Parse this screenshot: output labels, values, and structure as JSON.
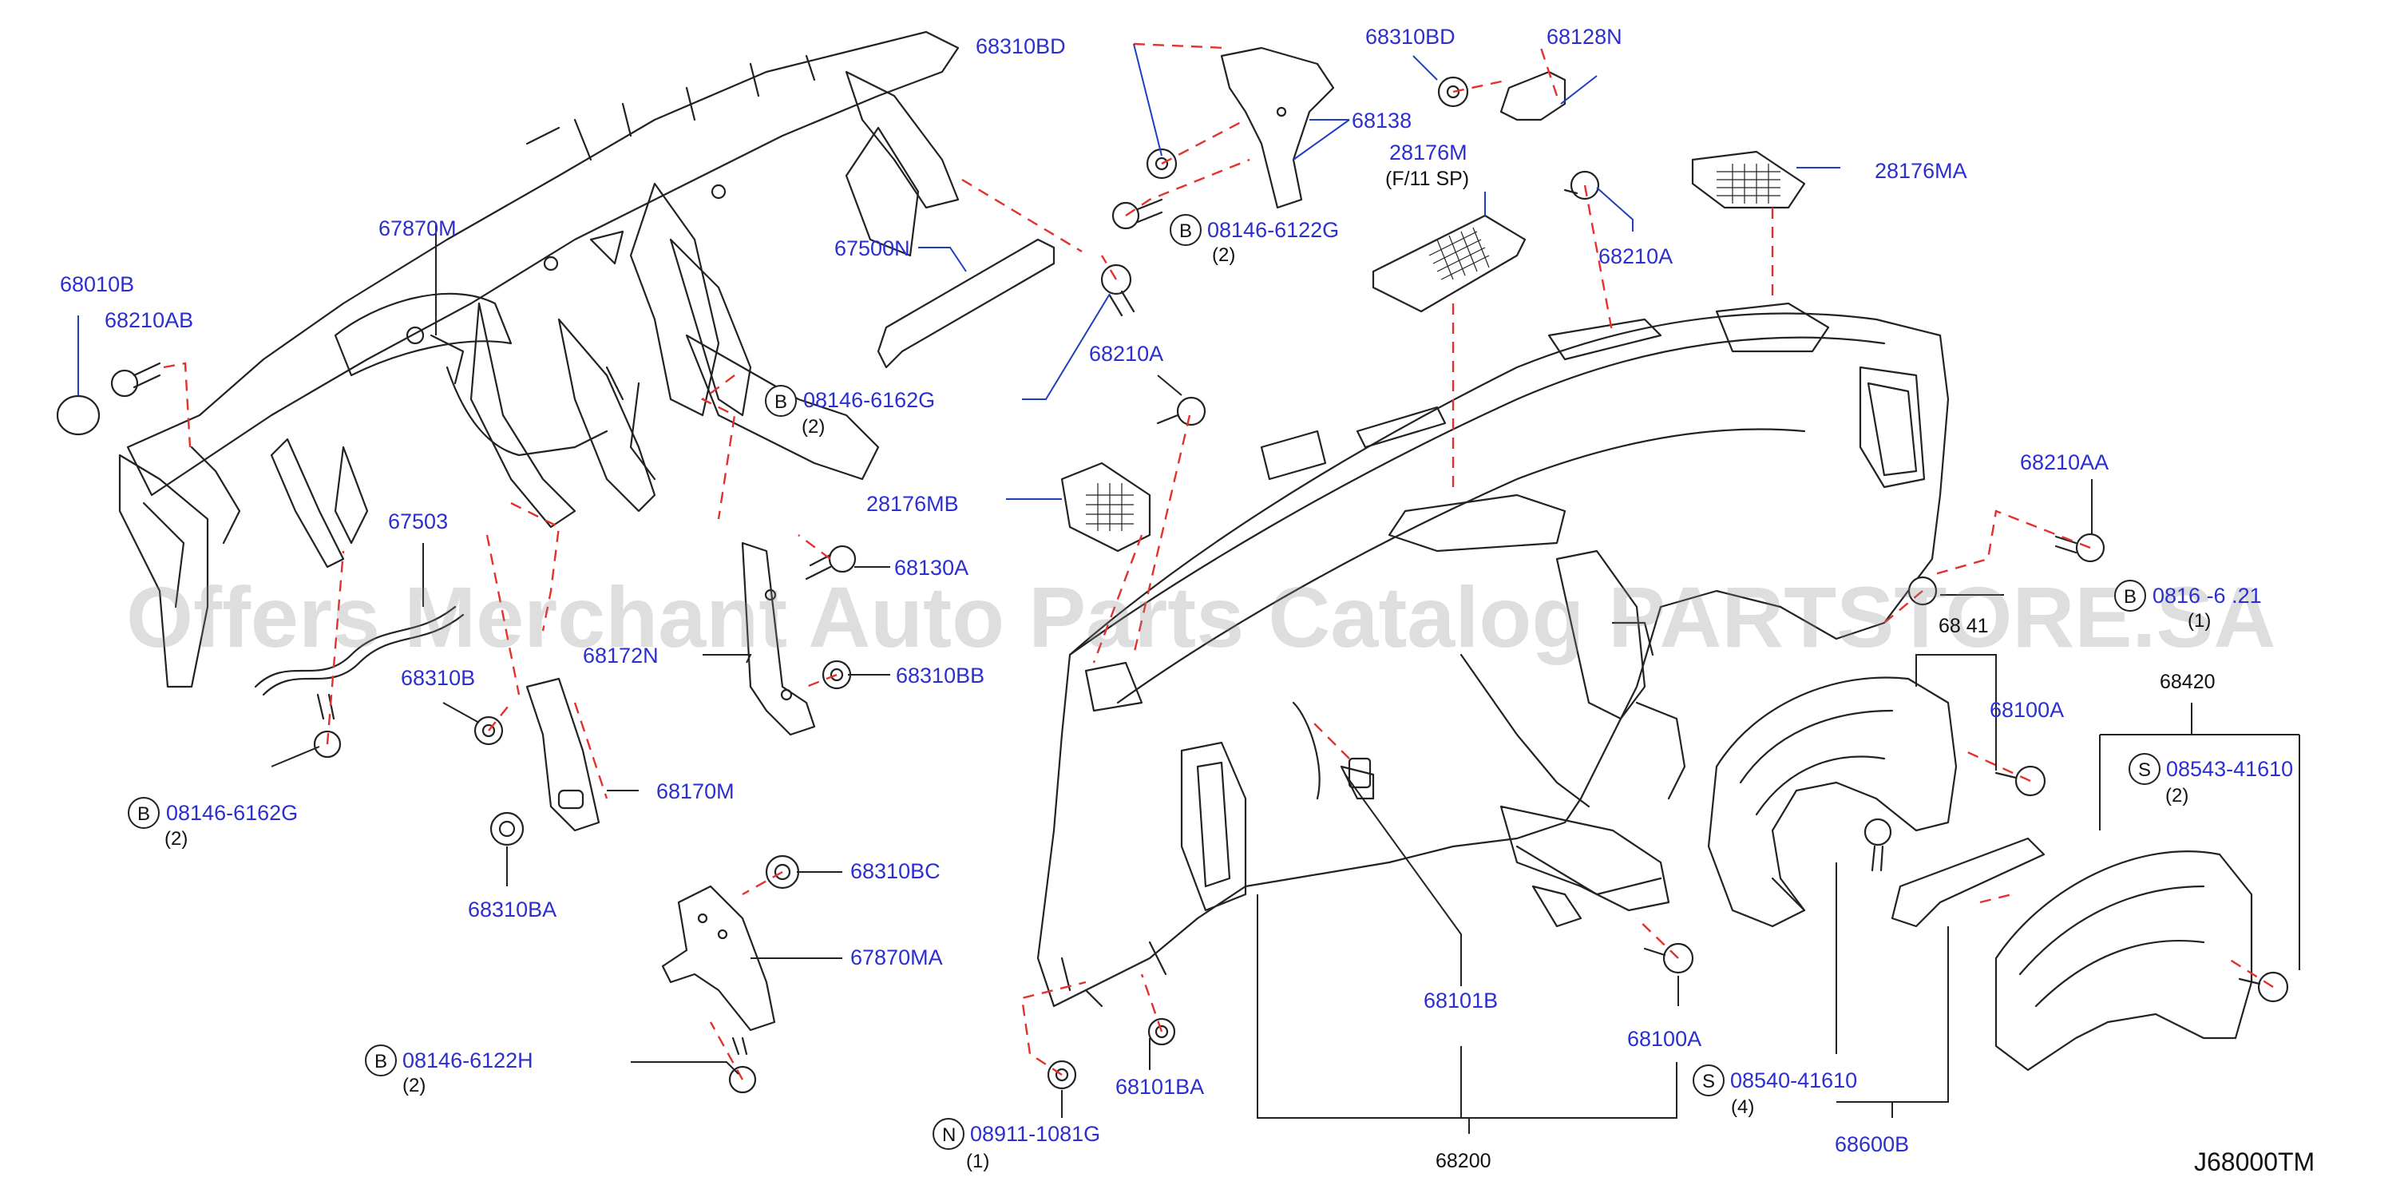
{
  "watermark": "Offers Merchant Auto Parts Catalog PARTSTORE.SA",
  "diagram_code": "J68000TM",
  "labels": {
    "p68310BD_a": "68310BD",
    "p68310BD_b": "68310BD",
    "p68128N": "68128N",
    "p68138": "68138",
    "p28176M": "28176M",
    "p28176M_note": "(F/11   SP)",
    "p28176MA": "28176MA",
    "p68210A_a": "68210A",
    "p68210A_b": "68210A",
    "p67870M": "67870M",
    "p68010B": "68010B",
    "p68210AB": "68210AB",
    "p67500N": "67500N",
    "p08146_6122G": "08146-6122G",
    "p08146_6162G_a": "08146-6162G",
    "p08146_6162G_b": "08146-6162G",
    "p28176MB": "28176MB",
    "p68130A": "68130A",
    "p67503": "67503",
    "p68172N": "68172N",
    "p68310BB": "68310BB",
    "p68310B": "68310B",
    "p68170M": "68170M",
    "p68310BA": "68310BA",
    "p68310BC": "68310BC",
    "p67870MA": "67870MA",
    "p08146_6122H": "08146-6122H",
    "p68210AA": "68210AA",
    "p08146_6121_partial": "0816  -6 .21",
    "p68141_partial": "68  41",
    "p68100A_a": "68100A",
    "p68100A_b": "68100A",
    "p68420": "68420",
    "p08543_41610": "08543-41610",
    "p68101B": "68101B",
    "p68101BA": "68101BA",
    "p08911_1081G": "08911-1081G",
    "p68200": "68200",
    "p08540_41610": "08540-41610",
    "p68600B": "68600B"
  },
  "quantities": {
    "q_6122G": "(2)",
    "q_6162G_a": "(2)",
    "q_6162G_b": "(2)",
    "q_6122H": "(2)",
    "q_6121": "(1)",
    "q_43_41610": "(2)",
    "q_40_41610": "(4)",
    "q_1081G": "(1)"
  },
  "badges": {
    "B": "B",
    "N": "N",
    "S": "S"
  },
  "colors": {
    "label_blue": "#2b2fd0",
    "dashed_red": "#e4312b",
    "outline": "#222222",
    "watermark_grey": "#8a8a8a"
  }
}
